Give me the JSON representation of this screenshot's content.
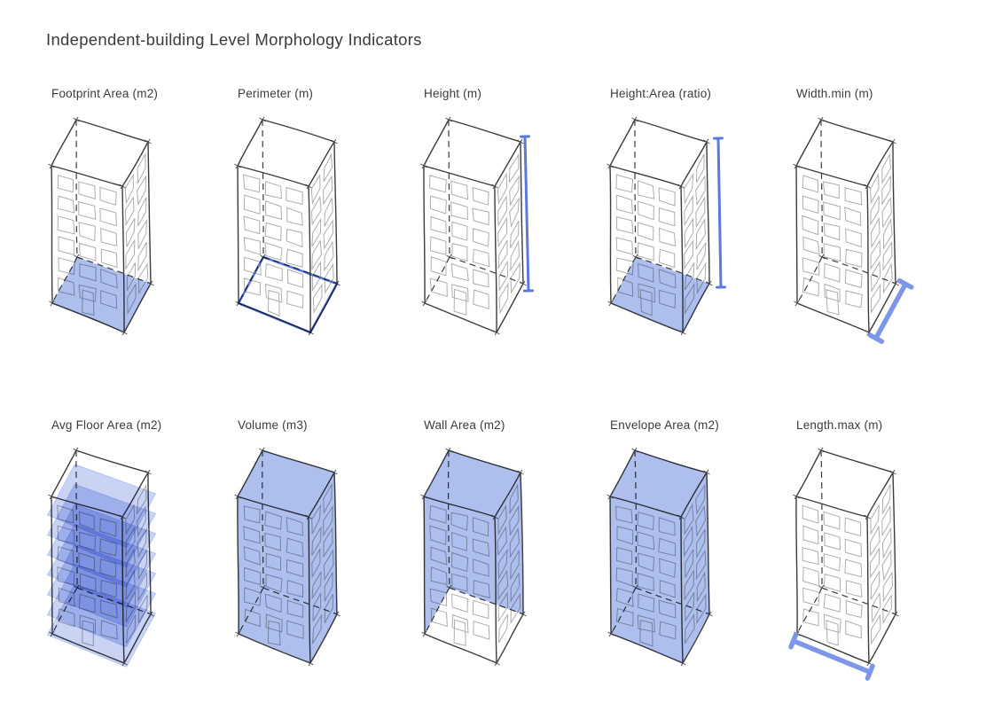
{
  "title": "Independent-building Level Morphology Indicators",
  "colors": {
    "highlight_fill": "#aebfed",
    "slab_fill": "#9db0ec",
    "highlight_stroke": "#5b78dd",
    "dimension_bar": "#7e96e8",
    "ink": "#3c3c3c",
    "window_line": "#adadad",
    "corner_mark": "#4a4a4a"
  },
  "panels": [
    {
      "label": "Footprint Area (m2)",
      "highlight": "footprint-fill"
    },
    {
      "label": "Perimeter (m)",
      "highlight": "base-outline"
    },
    {
      "label": "Height (m)",
      "highlight": "height-line"
    },
    {
      "label": "Height:Area (ratio)",
      "highlight": "height-line-and-footprint-fill"
    },
    {
      "label": "Width.min (m)",
      "highlight": "short-edge-bar"
    },
    {
      "label": "Avg Floor Area (m2)",
      "highlight": "floor-slabs"
    },
    {
      "label": "Volume (m3)",
      "highlight": "solid-fill"
    },
    {
      "label": "Wall Area (m2)",
      "highlight": "walls-fill"
    },
    {
      "label": "Envelope Area (m2)",
      "highlight": "envelope-fill"
    },
    {
      "label": "Length.max (m)",
      "highlight": "long-edge-bar"
    }
  ]
}
